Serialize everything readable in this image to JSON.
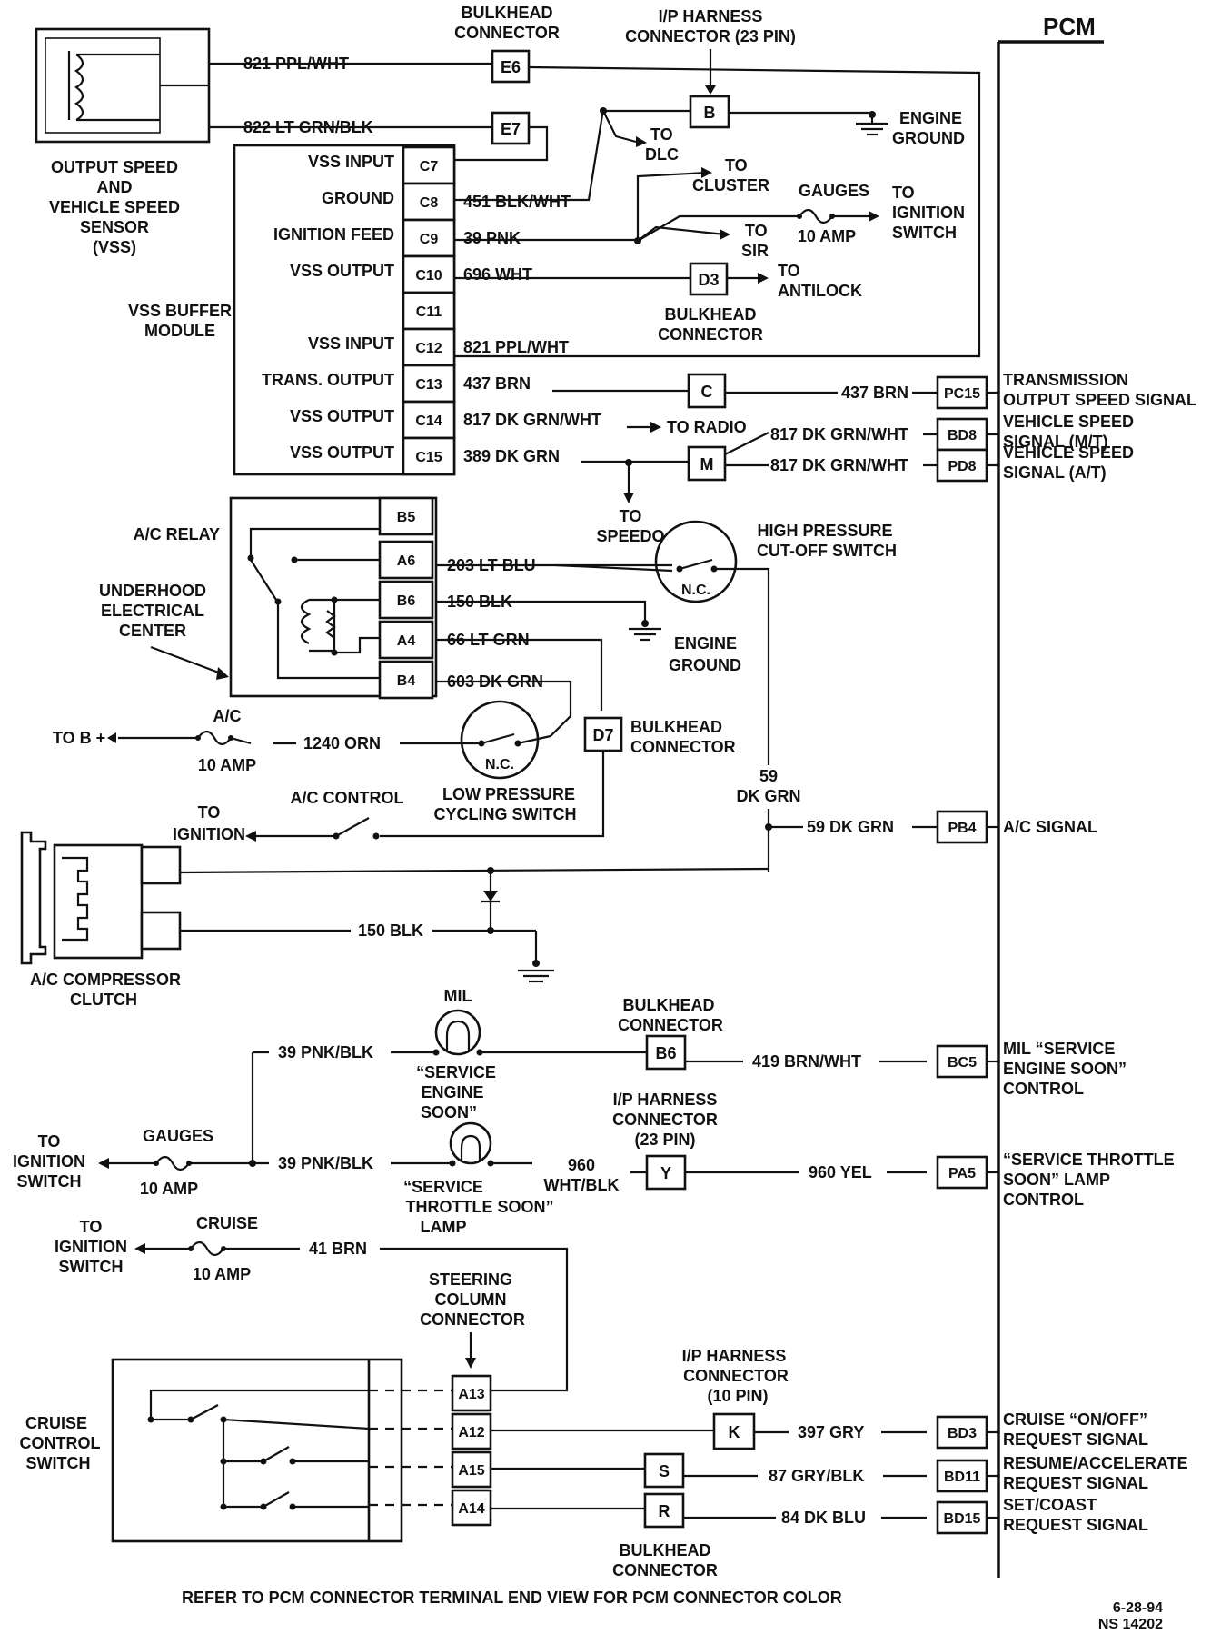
{
  "pcm": {
    "title": "PCM"
  },
  "footer": {
    "note": "REFER TO PCM CONNECTOR TERMINAL END VIEW FOR PCM CONNECTOR COLOR",
    "date": "6-28-94",
    "code": "NS 14202"
  },
  "vss": {
    "sensor": [
      "OUTPUT SPEED",
      "AND",
      "VEHICLE SPEED",
      "SENSOR",
      "(VSS)"
    ],
    "module": [
      "VSS BUFFER",
      "MODULE"
    ],
    "pins": [
      {
        "pin": "C7",
        "label": "VSS INPUT",
        "wire": ""
      },
      {
        "pin": "C8",
        "label": "GROUND",
        "wire": "451 BLK/WHT"
      },
      {
        "pin": "C9",
        "label": "IGNITION FEED",
        "wire": "39 PNK"
      },
      {
        "pin": "C10",
        "label": "VSS OUTPUT",
        "wire": "696 WHT"
      },
      {
        "pin": "C11",
        "label": "",
        "wire": ""
      },
      {
        "pin": "C12",
        "label": "VSS INPUT",
        "wire": "821 PPL/WHT"
      },
      {
        "pin": "C13",
        "label": "TRANS. OUTPUT",
        "wire": "437 BRN"
      },
      {
        "pin": "C14",
        "label": "VSS OUTPUT",
        "wire": "817 DK GRN/WHT"
      },
      {
        "pin": "C15",
        "label": "VSS OUTPUT",
        "wire": "389 DK GRN"
      }
    ],
    "wire_821": "821 PPL/WHT",
    "wire_822": "822 LT GRN/BLK"
  },
  "connectors": {
    "bulkhead": [
      "BULKHEAD",
      "CONNECTOR"
    ],
    "ip23": [
      "I/P HARNESS",
      "CONNECTOR (23 PIN)"
    ],
    "ip23b": [
      "I/P HARNESS",
      "CONNECTOR",
      "(23 PIN)"
    ],
    "ip10": [
      "I/P HARNESS",
      "CONNECTOR",
      "(10 PIN)"
    ],
    "steering": [
      "STEERING",
      "COLUMN",
      "CONNECTOR"
    ],
    "E6": "E6",
    "E7": "E7",
    "B": "B",
    "D3": "D3",
    "C": "C",
    "M": "M",
    "D7": "D7",
    "B6": "B6",
    "Y": "Y",
    "K": "K",
    "S": "S",
    "R": "R"
  },
  "engine_ground": [
    "ENGINE",
    "GROUND"
  ],
  "dests": {
    "dlc": [
      "TO",
      "DLC"
    ],
    "cluster": [
      "TO",
      "CLUSTER"
    ],
    "sir": [
      "TO",
      "SIR"
    ],
    "antilock": [
      "TO",
      "ANTILOCK"
    ],
    "radio": "TO RADIO",
    "speedo": [
      "TO",
      "SPEEDO"
    ],
    "ign1": [
      "TO",
      "IGNITION",
      "SWITCH"
    ],
    "bplus": "TO B +"
  },
  "fuses": {
    "gauges_top": [
      "GAUGES",
      "10 AMP"
    ],
    "ac": [
      "A/C",
      "10 AMP"
    ],
    "gauges": [
      "GAUGES",
      "10 AMP"
    ],
    "cruise": [
      "CRUISE",
      "10 AMP"
    ]
  },
  "pcm_pins": [
    {
      "pin": "PC15",
      "wire": "437 BRN",
      "desc": [
        "TRANSMISSION",
        "OUTPUT SPEED SIGNAL"
      ]
    },
    {
      "pin": "BD8",
      "wire": "817 DK GRN/WHT",
      "desc": [
        "VEHICLE SPEED",
        "SIGNAL (M/T)"
      ]
    },
    {
      "pin": "PD8",
      "wire": "817 DK GRN/WHT",
      "desc": [
        "VEHICLE SPEED",
        "SIGNAL (A/T)"
      ]
    },
    {
      "pin": "PB4",
      "wire": "59 DK GRN",
      "desc": [
        "A/C SIGNAL"
      ]
    },
    {
      "pin": "BC5",
      "wire": "419 BRN/WHT",
      "desc": [
        "MIL “SERVICE",
        "ENGINE SOON”",
        "CONTROL"
      ]
    },
    {
      "pin": "PA5",
      "wire": "960 YEL",
      "desc": [
        "“SERVICE THROTTLE",
        "SOON” LAMP",
        "CONTROL"
      ]
    },
    {
      "pin": "BD3",
      "wire": "397 GRY",
      "desc": [
        "CRUISE “ON/OFF”",
        "REQUEST SIGNAL"
      ]
    },
    {
      "pin": "BD11",
      "wire": "87 GRY/BLK",
      "desc": [
        "RESUME/ACCELERATE",
        "REQUEST SIGNAL"
      ]
    },
    {
      "pin": "BD15",
      "wire": "84 DK BLU",
      "desc": [
        "SET/COAST",
        "REQUEST SIGNAL"
      ]
    }
  ],
  "ac": {
    "relay": "A/C RELAY",
    "uec": [
      "UNDERHOOD",
      "ELECTRICAL",
      "CENTER"
    ],
    "pins": [
      "B5",
      "A6",
      "B6",
      "A4",
      "B4"
    ],
    "wires": {
      "a6": "203 LT BLU",
      "b6": "150 BLK",
      "a4": "66 LT GRN",
      "b4": "603 DK GRN",
      "orn": "1240 ORN",
      "dkgrn_a": "59",
      "dkgrn_b": "DK GRN",
      "blk2": "150 BLK"
    },
    "hp_switch": [
      "HIGH PRESSURE",
      "CUT-OFF SWITCH"
    ],
    "lp_switch": [
      "LOW PRESSURE",
      "CYCLING SWITCH"
    ],
    "nc": "N.C.",
    "control": "A/C CONTROL",
    "clutch": [
      "A/C COMPRESSOR",
      "CLUTCH"
    ]
  },
  "mil": {
    "title": "MIL",
    "lamp1": [
      "“SERVICE",
      "ENGINE",
      "SOON”"
    ],
    "lamp2": [
      "“SERVICE",
      "THROTTLE SOON”",
      "LAMP"
    ],
    "wire_pnk1": "39 PNK/BLK",
    "wire_pnk2": "39 PNK/BLK",
    "wire_960a": "960",
    "wire_960b": "WHT/BLK",
    "wire_brn": "41 BRN"
  },
  "cruise": {
    "switch": [
      "CRUISE",
      "CONTROL",
      "SWITCH"
    ],
    "pins": [
      "A13",
      "A12",
      "A15",
      "A14"
    ]
  }
}
